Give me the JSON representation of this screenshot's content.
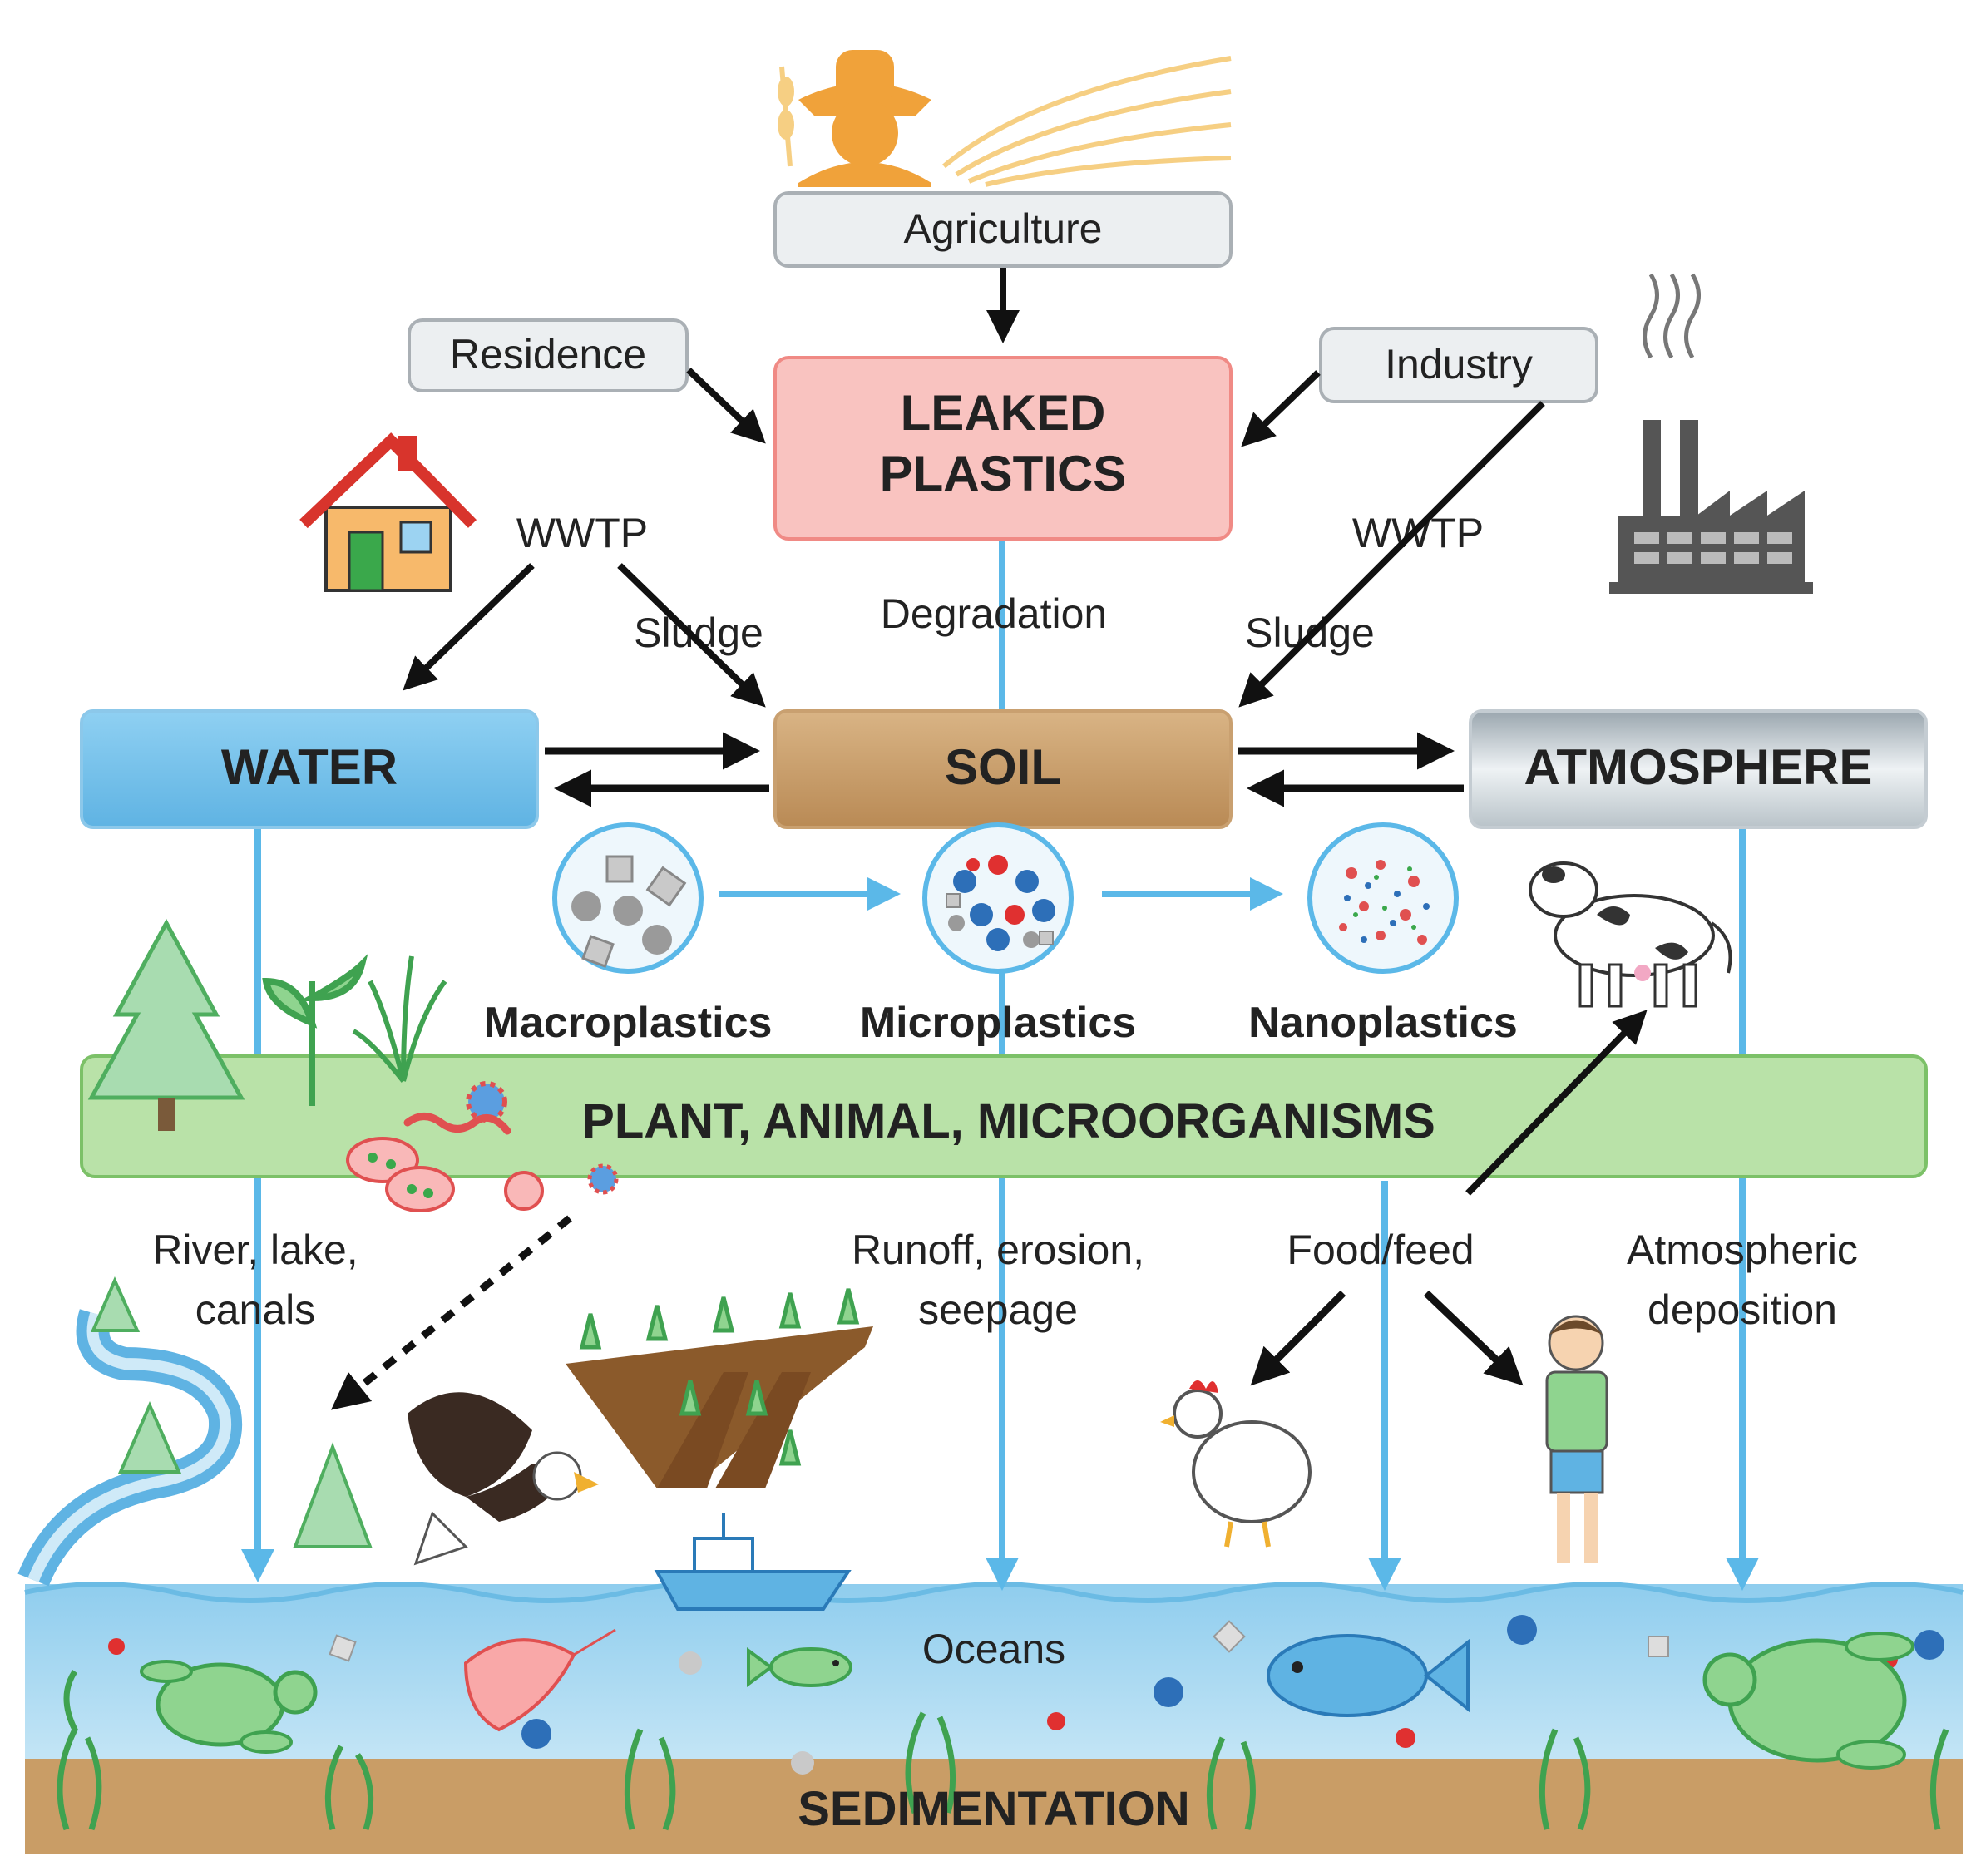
{
  "sources": {
    "agriculture": "Agriculture",
    "residence": "Residence",
    "industry": "Industry"
  },
  "central": {
    "line1": "LEAKED",
    "line2": "PLASTICS"
  },
  "pathways": {
    "wwtp_left": "WWTP",
    "sludge_left": "Sludge",
    "wwtp_right": "WWTP",
    "sludge_right": "Sludge",
    "degradation": "Degradation"
  },
  "compartments": {
    "water": "WATER",
    "soil": "SOIL",
    "atmosphere": "ATMOSPHERE"
  },
  "particles": {
    "macro": "Macroplastics",
    "micro": "Microplastics",
    "nano": "Nanoplastics"
  },
  "biota": "PLANT, ANIMAL, MICROORGANISMS",
  "transport": {
    "river_line1": "River, lake,",
    "river_line2": "canals",
    "runoff_line1": "Runoff, erosion,",
    "runoff_line2": "seepage",
    "food": "Food/feed",
    "atmos_line1": "Atmospheric",
    "atmos_line2": "deposition"
  },
  "bottom": {
    "oceans": "Oceans",
    "sedimentation": "SEDIMENTATION"
  },
  "colors": {
    "arrow_black": "#111111",
    "arrow_blue": "#5bb8e8",
    "leaked_fill": "#f9c3c0",
    "leaked_stroke": "#f08a85",
    "water_fill": "#8ccbee",
    "soil_fill": "#c9a070",
    "atmos_fill": "#d6dde2",
    "biota_fill": "#b9e2a8",
    "biota_stroke": "#7cc168",
    "ocean_fill": "#a9d7f0",
    "sediment_fill": "#c79b62",
    "farmer_orange": "#f0a23a"
  }
}
